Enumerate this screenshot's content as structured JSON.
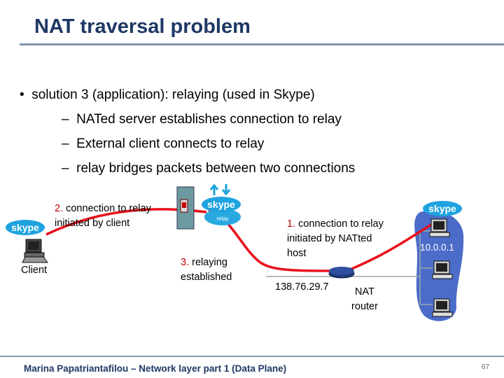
{
  "title": "NAT traversal problem",
  "bullets": {
    "main": "solution 3 (application): relaying (used in Skype)",
    "sub": [
      "NATed server establishes connection to relay",
      "External client connects to relay",
      "relay bridges packets between two connections"
    ]
  },
  "diagram": {
    "client_label": "Client",
    "label2_num": "2.",
    "label2_text": " connection to relay initiated by client",
    "label3_num": "3.",
    "label3_text": " relaying established",
    "label1_num": "1.",
    "label1_text": " connection to relay initiated by NATted host",
    "public_ip": "138.76.29.7",
    "private_ip": "10.0.0.1",
    "nat_router": "NAT router",
    "skype_logo": "skype",
    "relay_logo": "relay",
    "arrow_color": "#e8101a",
    "lan_color": "#4b6cc8"
  },
  "footer": {
    "text": "Marina Papatriantafilou –  Network layer part 1 (Data Plane)",
    "page": "67"
  }
}
